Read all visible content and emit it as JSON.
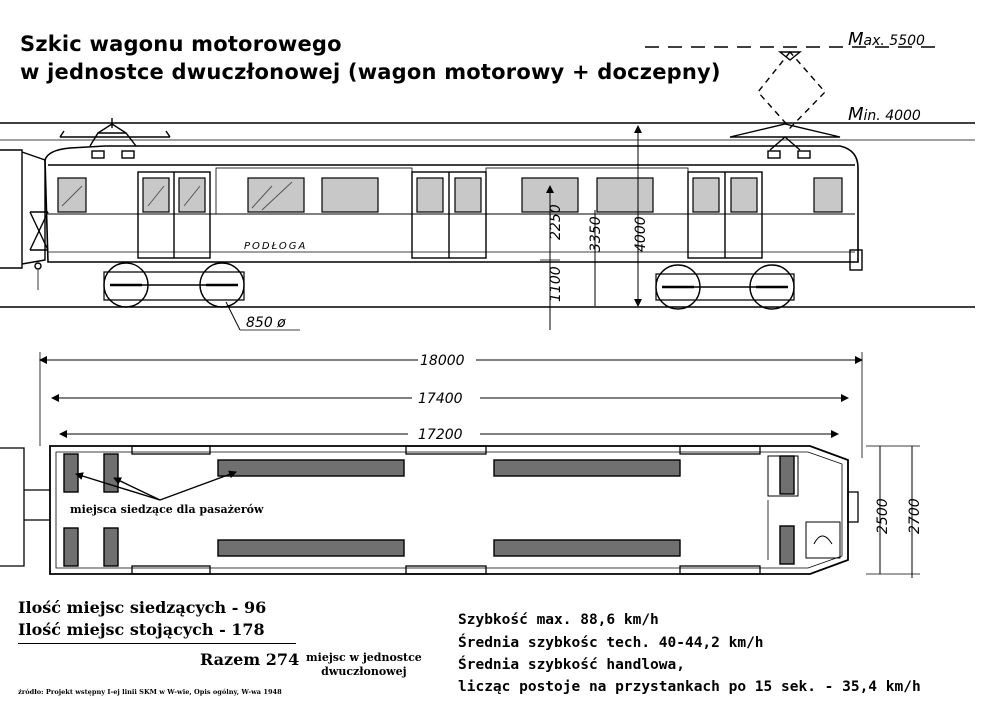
{
  "title": {
    "line1": "Szkic wagonu motorowego",
    "line2": "w jednostce dwuczłonowej (wagon motorowy + doczepny)"
  },
  "side_view": {
    "pantograph_max": {
      "prefix": "M",
      "suffix": "ax. 5500"
    },
    "pantograph_min": {
      "prefix": "M",
      "suffix": "in. 4000"
    },
    "floor_label": "PODŁOGA",
    "height_window": "2250",
    "height_roof": "3350",
    "height_total": "4000",
    "height_floor": "1100",
    "wheel_diameter": "850 ø"
  },
  "plan_view": {
    "length_total": "18000",
    "length_body": "17400",
    "length_frame": "17200",
    "width_inner": "2500",
    "width_outer": "2700",
    "seat_label": "miejsca siedzące dla pasażerów"
  },
  "capacity": {
    "seated": "Ilość miejsc siedzących -  96",
    "standing": "Ilość miejsc stojących  - 178",
    "total": "Razem 274",
    "total_note_line1": "miejsc w jednostce",
    "total_note_line2": "dwuczłonowej"
  },
  "source": "źródło: Projekt wstępny I-ej linii SKM w W-wie, Opis ogólny, W-wa 1948",
  "speeds": {
    "max": "Szybkość max. 88,6 km/h",
    "tech": "Średnia szybkośc tech. 40-44,2 km/h",
    "commercial": "Średnia szybkość handlowa,",
    "commercial_detail": "licząc postoje na przystankach po 15 sek. - 35,4 km/h"
  },
  "colors": {
    "ink": "#000000",
    "window_fill": "#c8c8c8",
    "seat_fill": "#707070",
    "paper": "#ffffff"
  }
}
